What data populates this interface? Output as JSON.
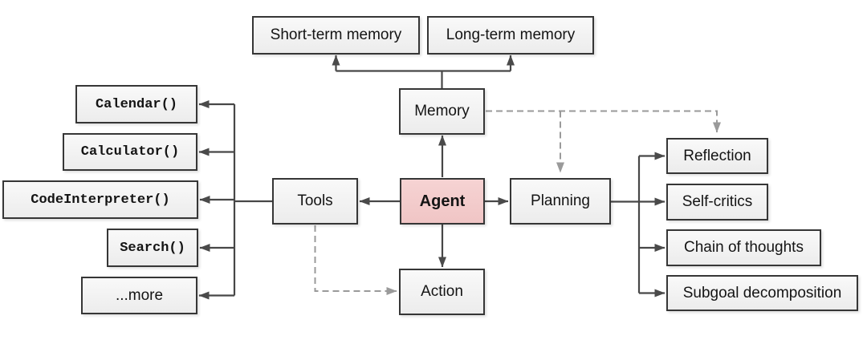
{
  "diagram": {
    "nodes": {
      "agent": {
        "label": "Agent"
      },
      "memory": {
        "label": "Memory"
      },
      "tools": {
        "label": "Tools"
      },
      "planning": {
        "label": "Planning"
      },
      "action": {
        "label": "Action"
      },
      "short_term_memory": {
        "label": "Short-term memory"
      },
      "long_term_memory": {
        "label": "Long-term memory"
      },
      "calendar": {
        "label": "Calendar()"
      },
      "calculator": {
        "label": "Calculator()"
      },
      "code_interpreter": {
        "label": "CodeInterpreter()"
      },
      "search": {
        "label": "Search()"
      },
      "more": {
        "label": "...more"
      },
      "reflection": {
        "label": "Reflection"
      },
      "self_critics": {
        "label": "Self-critics"
      },
      "chain_of_thoughts": {
        "label": "Chain of thoughts"
      },
      "subgoal_decomposition": {
        "label": "Subgoal decomposition"
      }
    },
    "colors": {
      "background": "#ffffff",
      "node_fill": "#f3f3f3",
      "agent_fill": "#f4cccc",
      "node_border": "#363636",
      "solid_edge": "#474747",
      "dashed_edge": "#999999",
      "text": "#141414"
    },
    "edges": [
      {
        "from": "Agent",
        "to": "Memory",
        "style": "solid"
      },
      {
        "from": "Agent",
        "to": "Tools",
        "style": "solid"
      },
      {
        "from": "Agent",
        "to": "Planning",
        "style": "solid"
      },
      {
        "from": "Agent",
        "to": "Action",
        "style": "solid"
      },
      {
        "from": "Memory",
        "to": "Short-term memory",
        "style": "solid"
      },
      {
        "from": "Memory",
        "to": "Long-term memory",
        "style": "solid"
      },
      {
        "from": "Tools",
        "to": "Calendar()",
        "style": "solid"
      },
      {
        "from": "Tools",
        "to": "Calculator()",
        "style": "solid"
      },
      {
        "from": "Tools",
        "to": "CodeInterpreter()",
        "style": "solid"
      },
      {
        "from": "Tools",
        "to": "Search()",
        "style": "solid"
      },
      {
        "from": "Tools",
        "to": "...more",
        "style": "solid"
      },
      {
        "from": "Planning",
        "to": "Reflection",
        "style": "solid"
      },
      {
        "from": "Planning",
        "to": "Self-critics",
        "style": "solid"
      },
      {
        "from": "Planning",
        "to": "Chain of thoughts",
        "style": "solid"
      },
      {
        "from": "Planning",
        "to": "Subgoal decomposition",
        "style": "solid"
      },
      {
        "from": "Memory",
        "to": "Planning",
        "style": "dashed"
      },
      {
        "from": "Memory",
        "to": "Reflection",
        "style": "dashed"
      },
      {
        "from": "Tools",
        "to": "Action",
        "style": "dashed"
      }
    ]
  }
}
